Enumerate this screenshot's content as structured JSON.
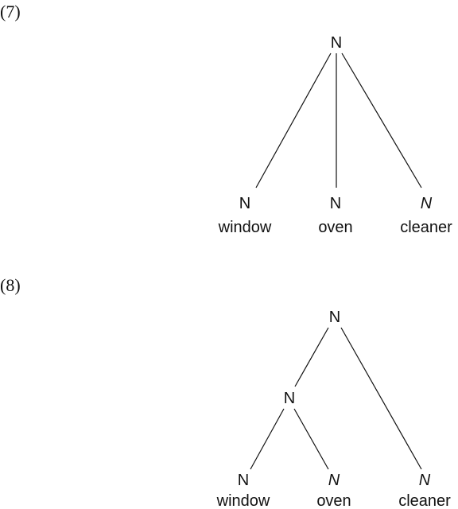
{
  "examples": [
    {
      "number": "(7)",
      "root": "N",
      "leaves": [
        {
          "category": "N",
          "word": "window",
          "italic": false
        },
        {
          "category": "N",
          "word": "oven",
          "italic": false
        },
        {
          "category": "N",
          "word": "cleaner",
          "italic": true
        }
      ]
    },
    {
      "number": "(8)",
      "root": "N",
      "inner": "N",
      "leaves": [
        {
          "category": "N",
          "word": "window",
          "italic": false
        },
        {
          "category": "N",
          "word": "oven",
          "italic": true
        },
        {
          "category": "N",
          "word": "cleaner",
          "italic": true
        }
      ]
    }
  ]
}
